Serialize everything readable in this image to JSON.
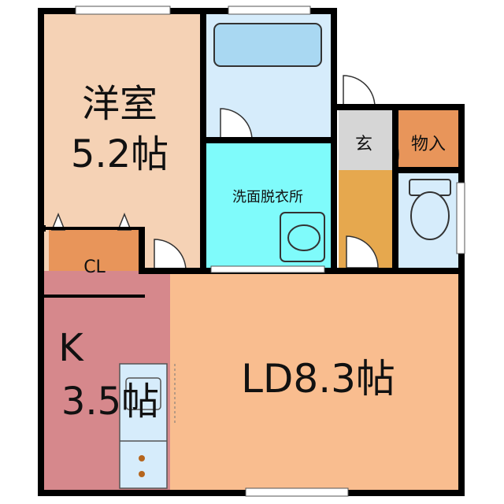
{
  "rooms": {
    "western_room": {
      "name": "洋室",
      "size": "5.2帖"
    },
    "closet": {
      "label": "CL"
    },
    "kitchen": {
      "name": "K",
      "size": "3.5帖"
    },
    "living_dining": {
      "label": "LD8.3帖"
    },
    "washroom": {
      "label": "洗面脱衣所"
    },
    "entrance": {
      "label": "玄"
    },
    "storage": {
      "label": "物入"
    }
  },
  "colors": {
    "western_room": "#f5d2b5",
    "closet": "#e8955a",
    "kitchen": "#d6888c",
    "living_dining": "#f9bd8f",
    "bathroom": "#d6ecfb",
    "bathtub": "#a9d8f2",
    "washroom": "#7ffbfb",
    "entrance": "#d6d6d6",
    "hallway": "#e6a84e",
    "storage": "#e8955a",
    "toilet_room": "#d6ecfb",
    "wall": "#000000"
  }
}
